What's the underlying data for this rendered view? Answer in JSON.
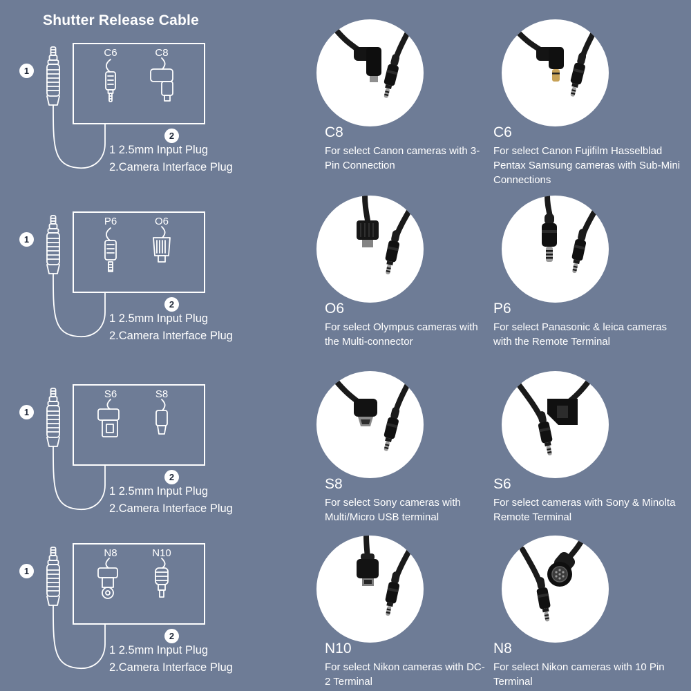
{
  "page": {
    "title": "Shutter Release Cable"
  },
  "colors": {
    "background": "#6e7c96",
    "line_art": "#ffffff",
    "photo_circle": "#ffffff",
    "cable": "#1a1a1a"
  },
  "callouts": {
    "one": "1",
    "two": "2"
  },
  "captions": {
    "line1": "1 2.5mm Input Plug",
    "line2": "2.Camera Interface Plug"
  },
  "left_rows": [
    {
      "label_a": "C6",
      "label_b": "C8"
    },
    {
      "label_a": "P6",
      "label_b": "O6"
    },
    {
      "label_a": "S6",
      "label_b": "S8"
    },
    {
      "label_a": "N8",
      "label_b": "N10"
    }
  ],
  "right_cells": [
    {
      "code": "C8",
      "desc": "For select Canon cameras with 3-Pin Connection",
      "icon": "right-angle-3pin-plug"
    },
    {
      "code": "C6",
      "desc": "For select Canon Fujifilm Hasselblad Pentax Samsung cameras with Sub-Mini Connections",
      "icon": "right-angle-submini-plug"
    },
    {
      "code": "O6",
      "desc": "For select Olympus cameras with the Multi-connector",
      "icon": "olympus-multi-connector"
    },
    {
      "code": "P6",
      "desc": "For select Panasonic & leica cameras with the Remote Terminal",
      "icon": "panasonic-remote-plug"
    },
    {
      "code": "S8",
      "desc": "For select Sony cameras with Multi/Micro USB terminal",
      "icon": "micro-usb-connector"
    },
    {
      "code": "S6",
      "desc": "For select cameras with Sony & Minolta Remote Terminal",
      "icon": "sony-minolta-remote-plug"
    },
    {
      "code": "N10",
      "desc": "For select Nikon cameras with DC-2 Terminal",
      "icon": "dc2-connector"
    },
    {
      "code": "N8",
      "desc": "For select Nikon cameras with 10 Pin Terminal",
      "icon": "10-pin-round-connector"
    }
  ]
}
